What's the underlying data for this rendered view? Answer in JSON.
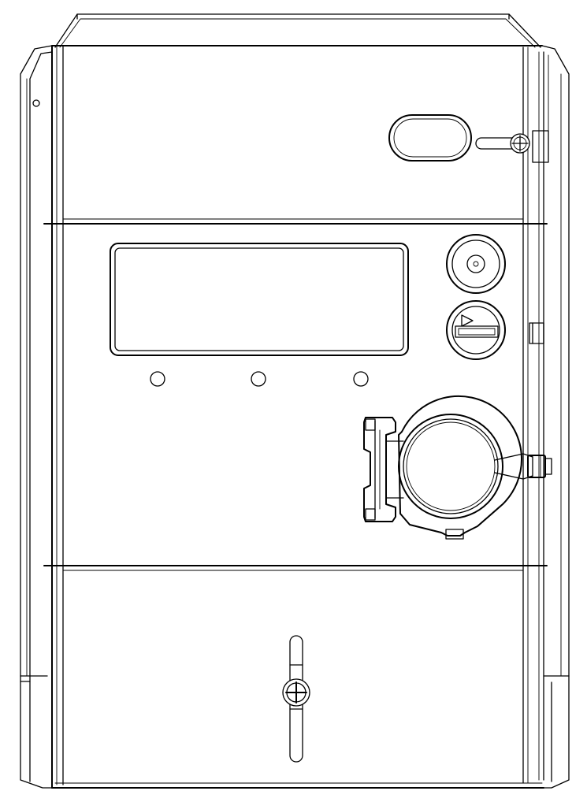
{
  "drawing": {
    "subject": "",
    "labels": []
  },
  "style": {
    "line_color": "#000000",
    "background_color": "#ffffff"
  },
  "components": {
    "display_window": {
      "icon": "lcd-display-window"
    },
    "indicator_leds": {
      "count": 3,
      "icon": "led-indicator"
    },
    "scroll_button": {
      "icon": "round-push-button"
    },
    "reset_button": {
      "icon": "round-button-with-arrow"
    },
    "optical_port": {
      "icon": "optical-port-with-hinged-cap"
    },
    "terminal_cover_screw": {
      "icon": "cross-head-screw"
    },
    "top_seal_screw": {
      "icon": "cross-head-screw"
    },
    "top_window": {
      "icon": "oval-window"
    }
  }
}
